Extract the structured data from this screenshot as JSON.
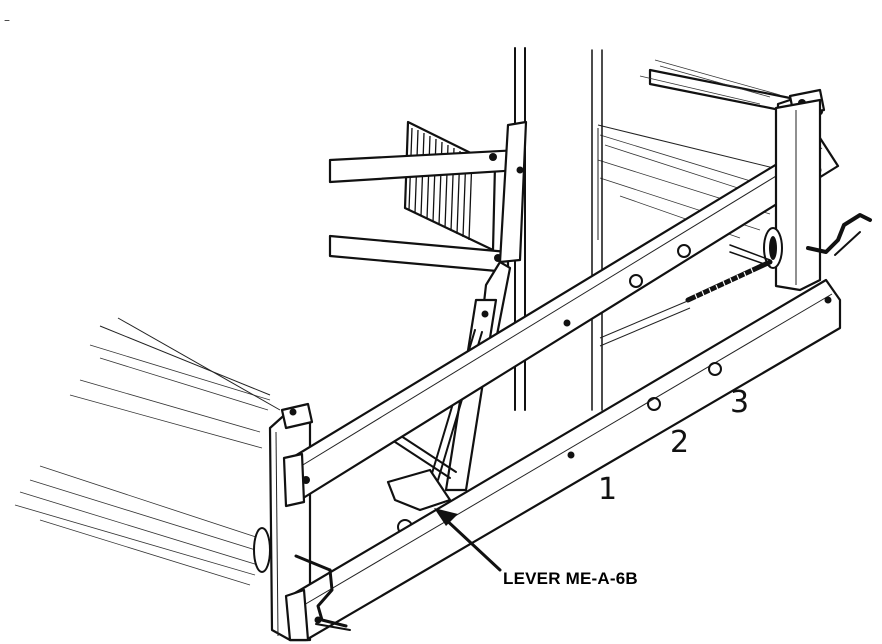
{
  "diagram": {
    "hole_numbers": [
      "1",
      "2",
      "3"
    ],
    "lever_label": "LEVER ME-A-6B",
    "corner_mark": "–"
  }
}
